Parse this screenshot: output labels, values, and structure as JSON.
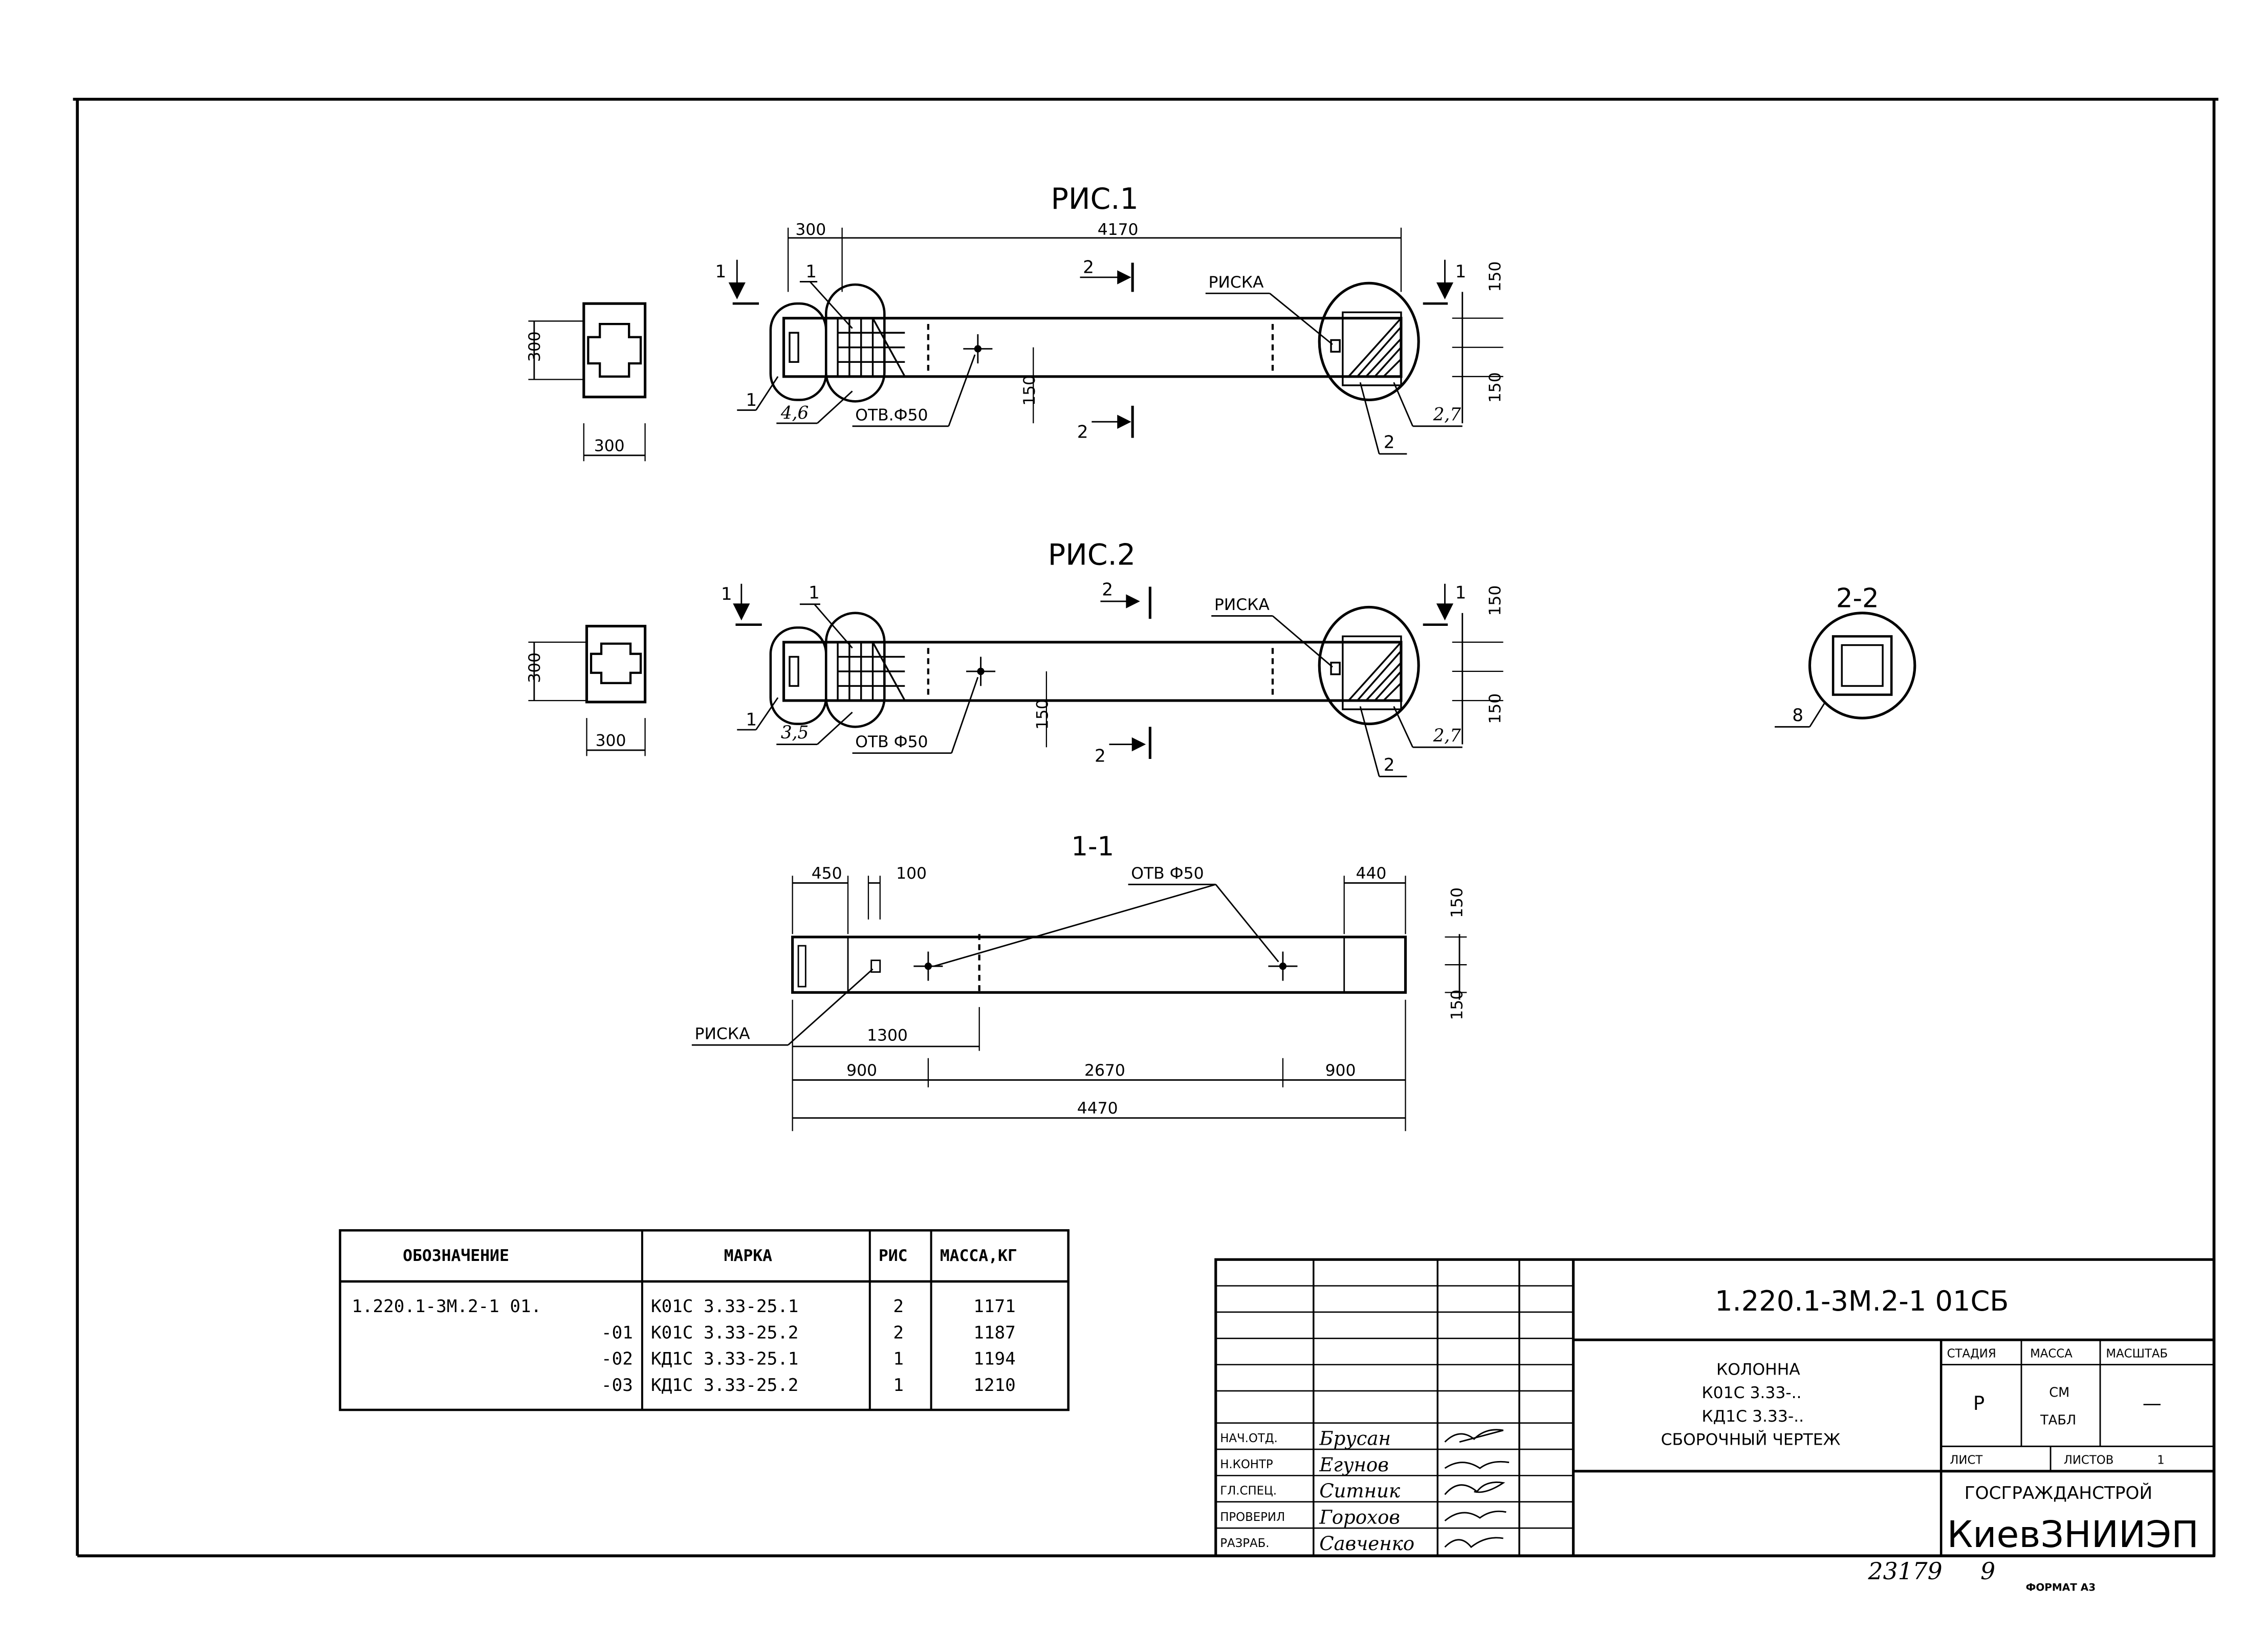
{
  "figures": {
    "fig1": {
      "title": "РИС.1",
      "dims": {
        "left_offset": "300",
        "span": "4170",
        "height": "300",
        "width": "300",
        "top_off": "150",
        "bot_off": "150",
        "mid_off": "150"
      },
      "labels": {
        "cut1_left": "1",
        "cut1_right": "1",
        "cut2_top": "2",
        "cut2_bottom": "2",
        "callout_1a": "1",
        "callout_1b": "1",
        "pos_46": "4,6",
        "hole": "ОТВ.Ф50",
        "mark": "РИСКА",
        "pos_27": "2,7",
        "pos_2": "2"
      }
    },
    "fig2": {
      "title": "РИС.2",
      "dims": {
        "height": "300",
        "width": "300",
        "top_off": "150",
        "bot_off": "150",
        "mid_off": "150"
      },
      "labels": {
        "cut1_left": "1",
        "cut1_right": "1",
        "cut2_top": "2",
        "cut2_bottom": "2",
        "callout_1a": "1",
        "callout_1b": "1",
        "pos_35": "3,5",
        "hole": "ОТВ Ф50",
        "mark": "РИСКА",
        "pos_27": "2,7",
        "pos_2": "2"
      }
    },
    "section11": {
      "title": "1-1",
      "dims": {
        "d450": "450",
        "d100": "100",
        "d440": "440",
        "d1300": "1300",
        "d900a": "900",
        "d2670": "2670",
        "d900b": "900",
        "d4470": "4470",
        "v150a": "150",
        "v150b": "150"
      },
      "labels": {
        "hole": "ОТВ Ф50",
        "mark": "РИСКА"
      }
    },
    "section22": {
      "title": "2-2",
      "pos": "8"
    }
  },
  "spec_table": {
    "headers": [
      "ОБОЗНАЧЕНИЕ",
      "МАРКА",
      "РИС",
      "МАССА,КГ"
    ],
    "rows": [
      {
        "designation": "1.220.1-3М.2-1 01.",
        "mark": "К01С 3.33-25.1",
        "fig": "2",
        "mass": "1171"
      },
      {
        "designation": "-01",
        "mark": "К01С 3.33-25.2",
        "fig": "2",
        "mass": "1187"
      },
      {
        "designation": "-02",
        "mark": "КД1С 3.33-25.1",
        "fig": "1",
        "mass": "1194"
      },
      {
        "designation": "-03",
        "mark": "КД1С 3.33-25.2",
        "fig": "1",
        "mass": "1210"
      }
    ]
  },
  "title_block": {
    "doc_number": "1.220.1-3М.2-1 01СБ",
    "name_lines": [
      "КОЛОННА",
      "К01С 3.33-..",
      "КД1С 3.33-..",
      "СБОРОЧНЫЙ ЧЕРТЕЖ"
    ],
    "stage_label": "СТАДИЯ",
    "mass_label": "МАССА",
    "scale_label": "МАСШТАБ",
    "stage": "Р",
    "mass_value_1": "СМ",
    "mass_value_2": "ТАБЛ",
    "scale": "—",
    "sheet_label": "ЛИСТ",
    "sheets_label": "ЛИСТОВ",
    "sheets": "1",
    "org_line1": "ГОСГРАЖДАНСТРОЙ",
    "org_line2": "КиевЗНИИЭП",
    "roles": [
      "НАЧ.ОТД.",
      "Н.КОНТР",
      "ГЛ.СПЕЦ.",
      "ПРОВЕРИЛ",
      "РАЗРАБ."
    ],
    "names": [
      "Брусан",
      "Егунов",
      "Ситник",
      "Горохов",
      "Савченко"
    ]
  },
  "footer": {
    "inventory": "23179",
    "inventory_sheet": "9",
    "format": "ФОРМАТ А3"
  }
}
